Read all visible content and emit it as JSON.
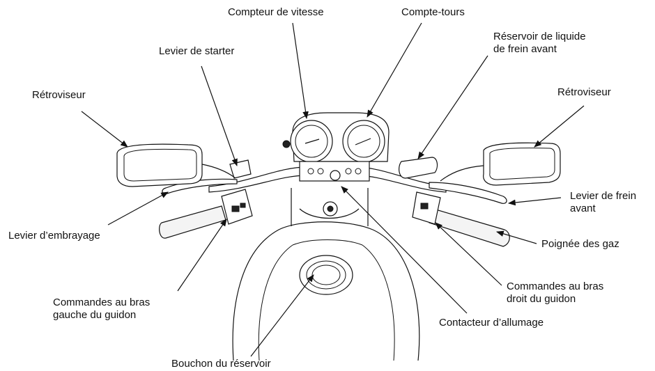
{
  "labels": {
    "speedometer": "Compteur de vitesse",
    "tachometer": "Compte-tours",
    "brake_reservoir_line1": "Réservoir de liquide",
    "brake_reservoir_line2": "de frein avant",
    "choke_lever": "Levier de starter",
    "mirror_left": "Rétroviseur",
    "mirror_right": "Rétroviseur",
    "front_brake_lever_line1": "Levier de frein",
    "front_brake_lever_line2": "avant",
    "clutch_lever": "Levier d’embrayage",
    "throttle_grip": "Poignée des gaz",
    "left_controls_line1": "Commandes au bras",
    "left_controls_line2": "gauche du guidon",
    "right_controls_line1": "Commandes au bras",
    "right_controls_line2": "droit du guidon",
    "ignition_switch": "Contacteur d’allumage",
    "fuel_cap": "Bouchon du réservoir"
  },
  "colors": {
    "line": "#111111",
    "background": "#ffffff"
  }
}
